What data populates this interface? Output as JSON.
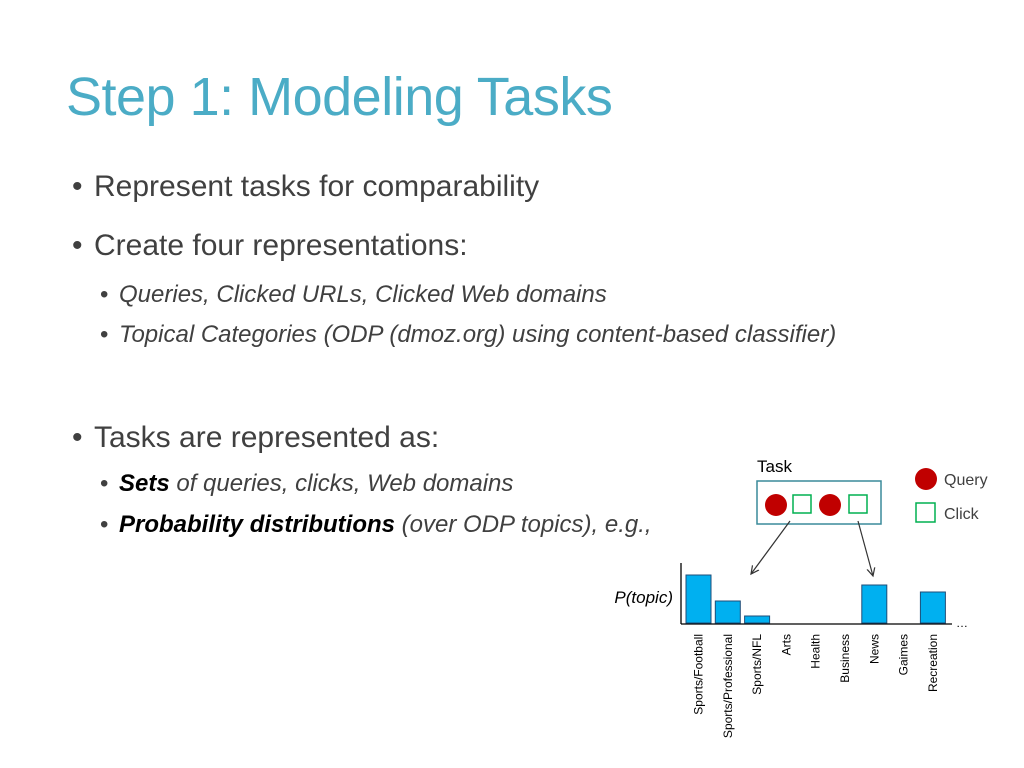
{
  "slide": {
    "title": "Step 1: Modeling Tasks",
    "bullets": [
      {
        "text": "Represent tasks for comparability"
      },
      {
        "text": "Create four representations:"
      },
      {
        "text": "Queries, Clicked URLs, Clicked Web domains"
      },
      {
        "text": "Topical Categories (ODP (dmoz.org) using content-based classifier)"
      },
      {
        "text": "Tasks are represented as:"
      },
      {
        "bold": "Sets",
        "rest": " of queries, clicks, Web domains"
      },
      {
        "bold": "Probability distributions",
        "rest": " (over ODP topics), e.g.,"
      }
    ]
  },
  "diagram": {
    "task_label": "Task",
    "legend": [
      {
        "label": "Query",
        "shape": "red-circle",
        "color": "#c00000"
      },
      {
        "label": "Click",
        "shape": "green-square",
        "color": "#00b050"
      }
    ],
    "sequence": [
      "query",
      "click",
      "query",
      "click"
    ]
  },
  "chart_data": {
    "type": "bar",
    "ylabel": "P(topic)",
    "categories": [
      "Sports/Football",
      "Sports/Professional",
      "Sports/NFL",
      "Arts",
      "Health",
      "Business",
      "News",
      "Gaimes",
      "Recreation"
    ],
    "values": [
      0.48,
      0.22,
      0.07,
      0,
      0,
      0,
      0.38,
      0,
      0.31
    ],
    "ylim": [
      0,
      0.6
    ],
    "continuation": "…",
    "bar_color": "#00b0f0"
  }
}
